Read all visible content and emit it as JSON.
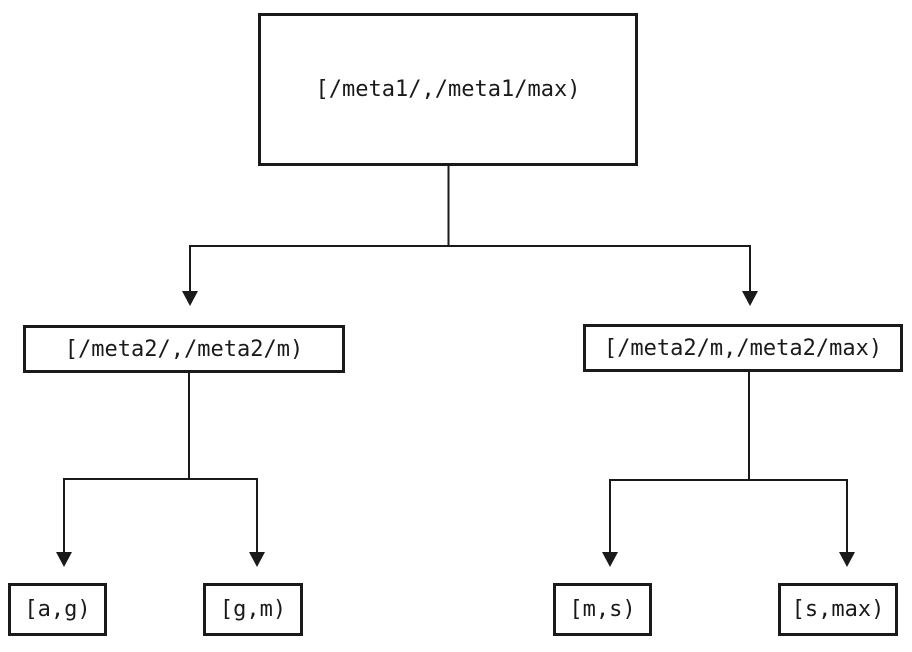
{
  "diagram": {
    "type": "tree",
    "background_color": "#ffffff",
    "line_color": "#1a1a1a",
    "root": {
      "label": "[/meta1/,/meta1/max)",
      "children": [
        {
          "label": "[/meta2/,/meta2/m)",
          "children": [
            {
              "label": "[a,g)"
            },
            {
              "label": "[g,m)"
            }
          ]
        },
        {
          "label": "[/meta2/m,/meta2/max)",
          "children": [
            {
              "label": "[m,s)"
            },
            {
              "label": "[s,max)"
            }
          ]
        }
      ]
    }
  }
}
